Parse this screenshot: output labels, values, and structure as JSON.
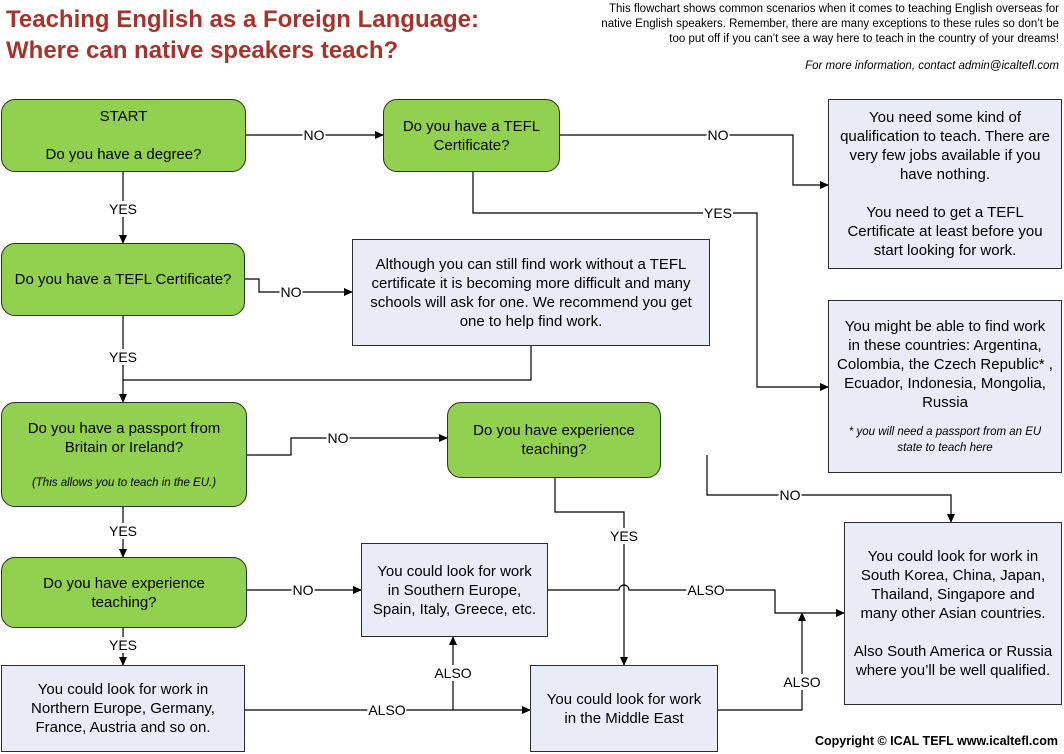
{
  "header": {
    "title_line1": "Teaching English as a Foreign Language:",
    "title_line2": "Where can native speakers teach?",
    "intro": "This flowchart shows common scenarios when it comes to teaching English overseas for native English speakers. Remember, there are many exceptions to these rules so don’t be too put off if you can’t see a way here to teach in the country of your dreams!",
    "contact": "For more information, contact admin@icaltefl.com"
  },
  "footer": {
    "copyright": "Copyright © ICAL TEFL www.icaltefl.com"
  },
  "colors": {
    "question": "#92d050",
    "info": "#e8ecf6",
    "title": "#a5342c"
  },
  "nodes": {
    "start": {
      "line1": "START",
      "line2": "Do you have a degree?"
    },
    "tefl_no_degree": {
      "text": "Do you have a TEFL Certificate?"
    },
    "need_qualification": {
      "para1": "You need some kind of qualification to teach. There are very few jobs available if you have nothing.",
      "para2": "You need to get a TEFL Certificate at least before you start looking for work."
    },
    "tefl_with_degree": {
      "text": "Do you have a TEFL Certificate?"
    },
    "without_tefl": {
      "text": "Although you can still find work without a TEFL certificate it is becoming more difficult and many schools will ask for one. We recommend you get one to help find work."
    },
    "might_find_work": {
      "text": "You might be able to find work in these countries: Argentina, Colombia, the Czech Republic* , Ecuador, Indonesia, Mongolia, Russia",
      "note": "*  you will need a passport from an EU state to teach here"
    },
    "passport": {
      "text": "Do you have a passport from Britain or Ireland?",
      "note": "(This allows you to teach in the EU.)"
    },
    "exp_no_passport": {
      "text": "Do you have experience teaching?"
    },
    "exp_with_passport": {
      "text": "Do you have experience teaching?"
    },
    "southern_europe": {
      "text": "You could look for work in Southern Europe, Spain, Italy, Greece, etc."
    },
    "asia": {
      "para1": "You could look for work in South Korea, China, Japan, Thailand, Singapore and many other Asian countries.",
      "para2": "Also South America or Russia where you’ll be well qualified."
    },
    "northern_europe": {
      "text": "You could look for work in Northern Europe, Germany, France, Austria and so on."
    },
    "middle_east": {
      "text": "You could look for work in the Middle East"
    }
  },
  "edges": {
    "start_no": "NO",
    "tefl1_no": "NO",
    "tefl1_yes": "YES",
    "start_yes": "YES",
    "tefl2_no": "NO",
    "tefl2_yes": "YES",
    "passport_no": "NO",
    "exp1_no": "NO",
    "exp1_yes": "YES",
    "passport_yes": "YES",
    "exp2_no": "NO",
    "exp2_yes": "YES",
    "southern_also": "ALSO",
    "northern_also_up": "ALSO",
    "northern_also_right": "ALSO",
    "middle_also": "ALSO"
  }
}
